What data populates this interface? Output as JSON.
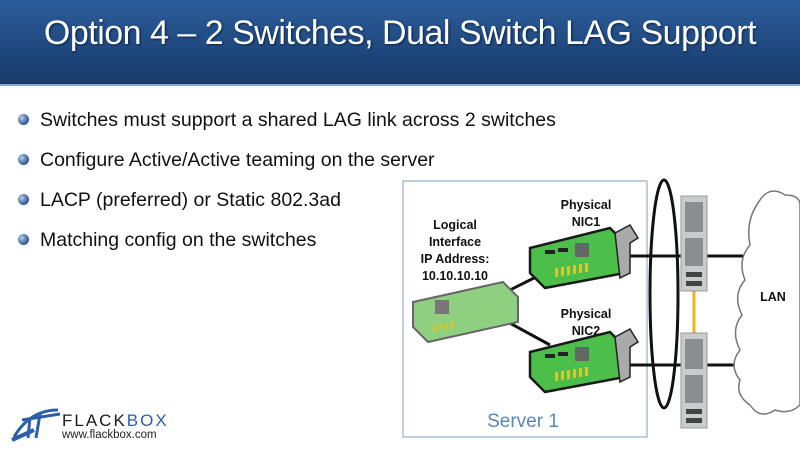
{
  "title": "Option 4 – 2 Switches, Dual Switch LAG Support",
  "bullets": [
    "Switches must support a shared LAG link across 2 switches",
    "Configure Active/Active teaming on the server",
    "LACP (preferred) or Static 802.3ad",
    "Matching config on the switches"
  ],
  "diagram": {
    "logical": [
      "Logical",
      "Interface",
      "IP Address:",
      "10.10.10.10"
    ],
    "nic1": [
      "Physical",
      "NIC1"
    ],
    "nic2": [
      "Physical",
      "NIC2"
    ],
    "lan": "LAN",
    "server": "Server 1"
  },
  "logo": {
    "name_a": "FLACK",
    "name_b": "BOX",
    "url": "www.flackbox.com"
  },
  "colors": {
    "header": "#1d4478",
    "server_text": "#5b86b8",
    "nic_green": "#4cbf4a",
    "inter_switch_link": "#f0b020"
  }
}
